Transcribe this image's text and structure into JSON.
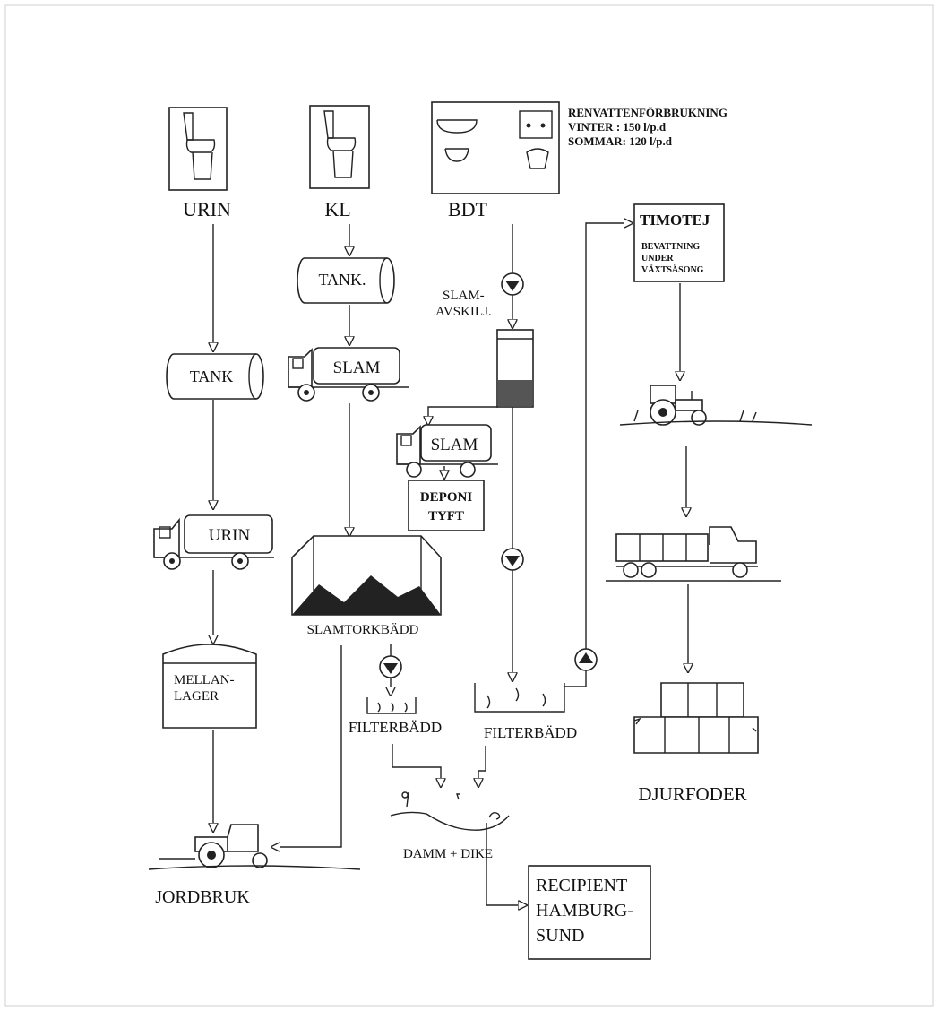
{
  "sources": {
    "urin": "URIN",
    "kl": "KL",
    "bdt": "BDT"
  },
  "water_use": {
    "title": "RENVATTENFÖRBRUKNING",
    "winter": "VINTER  : 150 l/p.d",
    "summer": "SOMMAR: 120 l/p.d"
  },
  "urine_path": {
    "tank": "TANK",
    "truck": "URIN",
    "storage_line1": "MELLAN-",
    "storage_line2": "LAGER",
    "destination": "JORDBRUK"
  },
  "kl_path": {
    "tank": "TANK.",
    "truck": "SLAM",
    "drying_bed": "SLAMTORKBÄDD",
    "filter_bed": "FILTERBÄDD"
  },
  "bdt_path": {
    "separator_line1": "SLAM-",
    "separator_line2": "AVSKILJ.",
    "truck": "SLAM",
    "landfill_line1": "DEPONI",
    "landfill_line2": "TYFT",
    "filter_bed": "FILTERBÄDD"
  },
  "timothy": {
    "title": "TIMOTEJ",
    "line1": "BEVATTNING",
    "line2": "UNDER",
    "line3": "VÄXTSÄSONG",
    "product": "DJURFODER"
  },
  "pond": "DAMM + DIKE",
  "recipient": {
    "line1": "RECIPIENT",
    "line2": "HAMBURG-",
    "line3": "SUND"
  },
  "colors": {
    "ink": "#222222",
    "background": "#ffffff"
  }
}
